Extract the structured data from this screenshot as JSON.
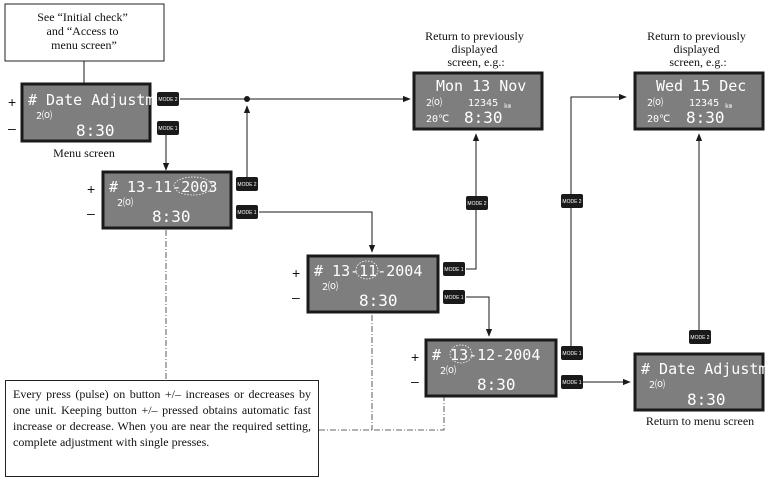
{
  "intro_box": "See “Initial check”\nand “Access to\nmenu screen”",
  "labels": {
    "menu_screen": "Menu screen",
    "return_prev_1": "Return to previously\ndisplayed\nscreen, e.g.:",
    "return_prev_2": "Return to previously\ndisplayed\nscreen, e.g.:",
    "return_menu": "Return to menu screen",
    "plus": "+",
    "minus": "–"
  },
  "buttons": {
    "mode1": "MODE 1",
    "mode2": "MODE 2"
  },
  "screens": {
    "menu": {
      "line1": "# Date Adjustm.",
      "icon": "2⒪",
      "time": "8:30"
    },
    "year": {
      "line1": "# 13-11-2003",
      "icon": "2⒪",
      "time": "8:30"
    },
    "month": {
      "line1": "# 13-11-2004",
      "icon": "2⒪",
      "time": "8:30"
    },
    "day": {
      "line1": "# 13-12-2004",
      "icon": "2⒪",
      "time": "8:30"
    },
    "prev1": {
      "line1": "Mon 13 Nov",
      "icon": "2⒪",
      "odo": "12345",
      "odo_unit": "km",
      "temp": "20℃",
      "time": "8:30"
    },
    "prev2": {
      "line1": "Wed 15 Dec",
      "icon": "2⒪",
      "odo": "12345",
      "odo_unit": "km",
      "temp": "20℃",
      "time": "8:30"
    },
    "menu_return": {
      "line1": "# Date Adjustm.",
      "icon": "2⒪",
      "time": "8:30"
    }
  },
  "note": "Every press (pulse) on button +/– increases or decreases by one unit. Keeping button +/– pressed obtains automatic fast increase or decrease. When you are near the required setting, complete adjustment with single presses.",
  "colors": {
    "lcd_bg": "#7e7e7e",
    "lcd_border": "#1a1a1a",
    "button_bg": "#1a1a1a",
    "line": "#1a1a1a"
  }
}
